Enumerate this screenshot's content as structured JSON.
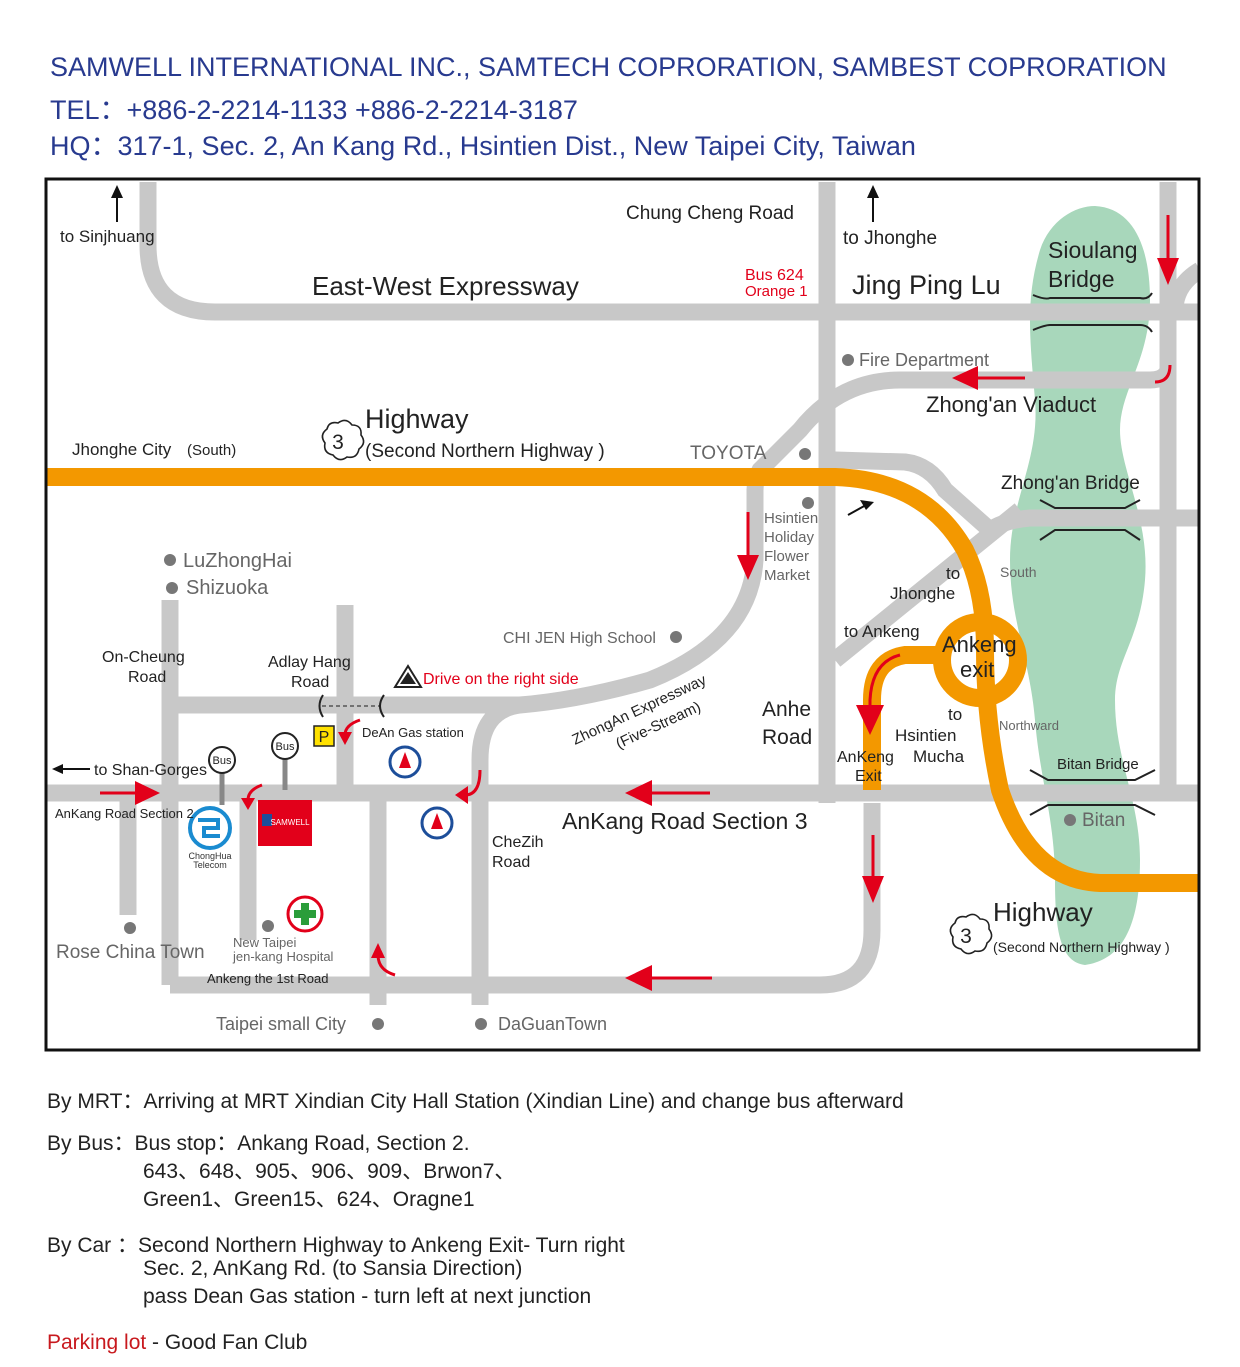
{
  "header": {
    "company": "SAMWELL INTERNATIONAL INC., SAMTECH COPRORATION, SAMBEST COPRORATION",
    "tel": "TEL：+886-2-2214-1133    +886-2-2214-3187",
    "hq": "HQ：317-1, Sec. 2, An Kang Rd., Hsintien Dist., New Taipei City, Taiwan"
  },
  "map": {
    "to_sinjhuang": "to Sinjhuang",
    "chung_cheng_road": "Chung Cheng Road",
    "to_jhonghe": "to Jhonghe",
    "siouland_bridge_1": "Sioulang",
    "siouland_bridge_2": "Bridge",
    "east_west_expressway": "East-West Expressway",
    "bus_624": "Bus 624",
    "orange_1": "Orange 1",
    "jing_ping_lu": "Jing Ping Lu",
    "fire_department": "Fire Department",
    "zhongan_viaduct": "Zhong'an Viaduct",
    "highway": "Highway",
    "highway_number": "3",
    "second_northern": "(Second Northern Highway )",
    "jhonghe_city": "Jhonghe City",
    "south_paren": "(South)",
    "toyota": "TOYOTA",
    "zhongan_bridge": "Zhong'an  Bridge",
    "hsintien_1": "Hsintien",
    "hsintien_2": "Holiday",
    "hsintien_3": "Flower",
    "hsintien_4": "Market",
    "to_jhonghe_2a": "to",
    "to_jhonghe_2b": "Jhonghe",
    "south": "South",
    "luzhonghai": "LuZhongHai",
    "shizuoka": "Shizuoka",
    "chi_jen": "CHI JEN High School",
    "to_ankeng": "to Ankeng",
    "ankeng_exit_1": "Ankeng",
    "ankeng_exit_2": "exit",
    "on_cheung_1": "On-Cheung",
    "on_cheung_2": "Road",
    "adlay_1": "Adlay Hang",
    "adlay_2": "Road",
    "drive_right": "Drive on the right side",
    "zhongan_expressway_1": "ZhongAn Expressway",
    "zhongan_expressway_2": "(Five-Stream)",
    "anhe_1": "Anhe",
    "anhe_2": "Road",
    "to_hsintien_1": "to",
    "to_hsintien_2": "Hsintien",
    "to_hsintien_3": "Mucha",
    "northward": "Northward",
    "dean_gas": "DeAn Gas station",
    "bus_sign": "Bus",
    "parking_sign": "P",
    "to_shan_gorges": "to Shan-Gorges",
    "ankeng_exit_small_1": "AnKeng",
    "ankeng_exit_small_2": "Exit",
    "bitan_bridge": "Bitan Bridge",
    "ankang_section_2": "AnKang Road Section 2",
    "chonghua_1": "ChongHua",
    "chonghua_2": "Telecom",
    "samwell_logo": "SAMWELL",
    "ankang_section_3": "AnKang Road Section 3",
    "chezih_1": "CheZih",
    "chezih_2": "Road",
    "bitan": "Bitan",
    "highway_2": "Highway",
    "second_northern_2": "(Second Northern Highway )",
    "rose_china_town": "Rose China Town",
    "new_taipei_1": "New Taipei",
    "new_taipei_2": "jen-kang Hospital",
    "ankeng_1st_road": "Ankeng the 1st Road",
    "taipei_small_city": "Taipei small City",
    "daguantown": "DaGuanTown",
    "colors": {
      "road": "#c8c8c8",
      "highway": "#f39800",
      "river": "#a8d7bb",
      "arrow": "#e2001a",
      "title": "#283a8f"
    }
  },
  "directions": {
    "mrt": "By MRT：Arriving at MRT Xindian City Hall Station (Xindian Line) and change bus afterward",
    "bus_line1": "By Bus：Bus stop：Ankang Road, Section 2.",
    "bus_line2": "643、648、905、906、909、Brwon7、",
    "bus_line3": "Green1、Green15、624、Oragne1",
    "car_line1": "By Car  ：Second Northern Highway to Ankeng Exit- Turn right",
    "car_line2": "Sec. 2, AnKang Rd. (to Sansia Direction)",
    "car_line3": "pass Dean Gas station - turn left at next junction",
    "parking_label": "Parking lot",
    "parking_rest": " - Good Fan Club"
  }
}
